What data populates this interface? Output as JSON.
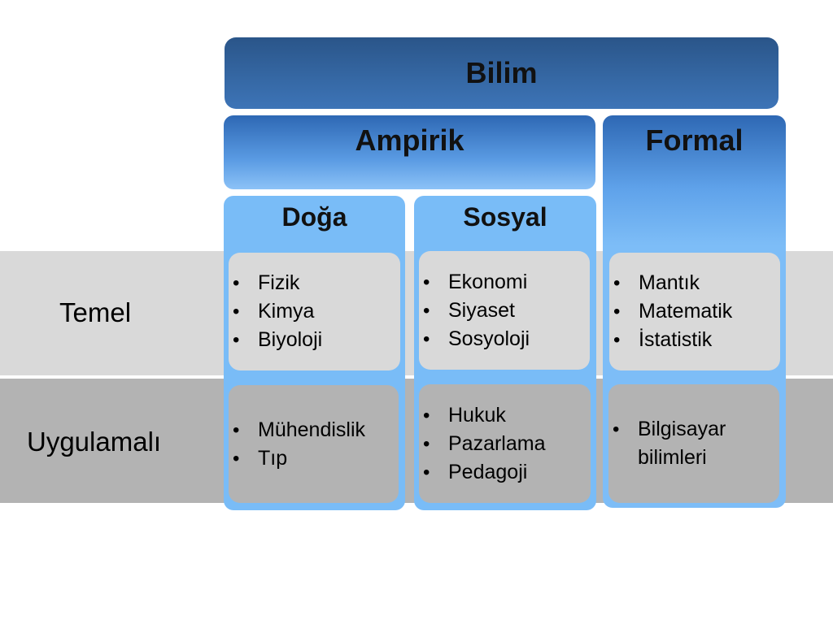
{
  "diagram": {
    "root": "Bilim",
    "categories": {
      "ampirik": "Ampirik",
      "formal": "Formal"
    },
    "subcategories": {
      "doga": "Doğa",
      "sosyal": "Sosyal"
    },
    "rows": {
      "temel": "Temel",
      "uygulamali": "Uygulamalı"
    },
    "cells": {
      "doga_temel": [
        "Fizik",
        "Kimya",
        "Biyoloji"
      ],
      "doga_uygulamali": [
        "Mühendislik",
        "Tıp"
      ],
      "sosyal_temel": [
        "Ekonomi",
        "Siyaset",
        "Sosyoloji"
      ],
      "sosyal_uygulamali": [
        "Hukuk",
        "Pazarlama",
        "Pedagoji"
      ],
      "formal_temel": [
        "Mantık",
        "Matematik",
        "İstatistik"
      ],
      "formal_uygulamali": [
        "Bilgisayar bilimleri"
      ]
    }
  },
  "colors": {
    "root_box": "#3567a3",
    "category_box": "#5a9be3",
    "subcategory_box": "#79bcf7",
    "temel_band": "#d9d9d9",
    "uygulamali_band": "#b3b3b3"
  }
}
